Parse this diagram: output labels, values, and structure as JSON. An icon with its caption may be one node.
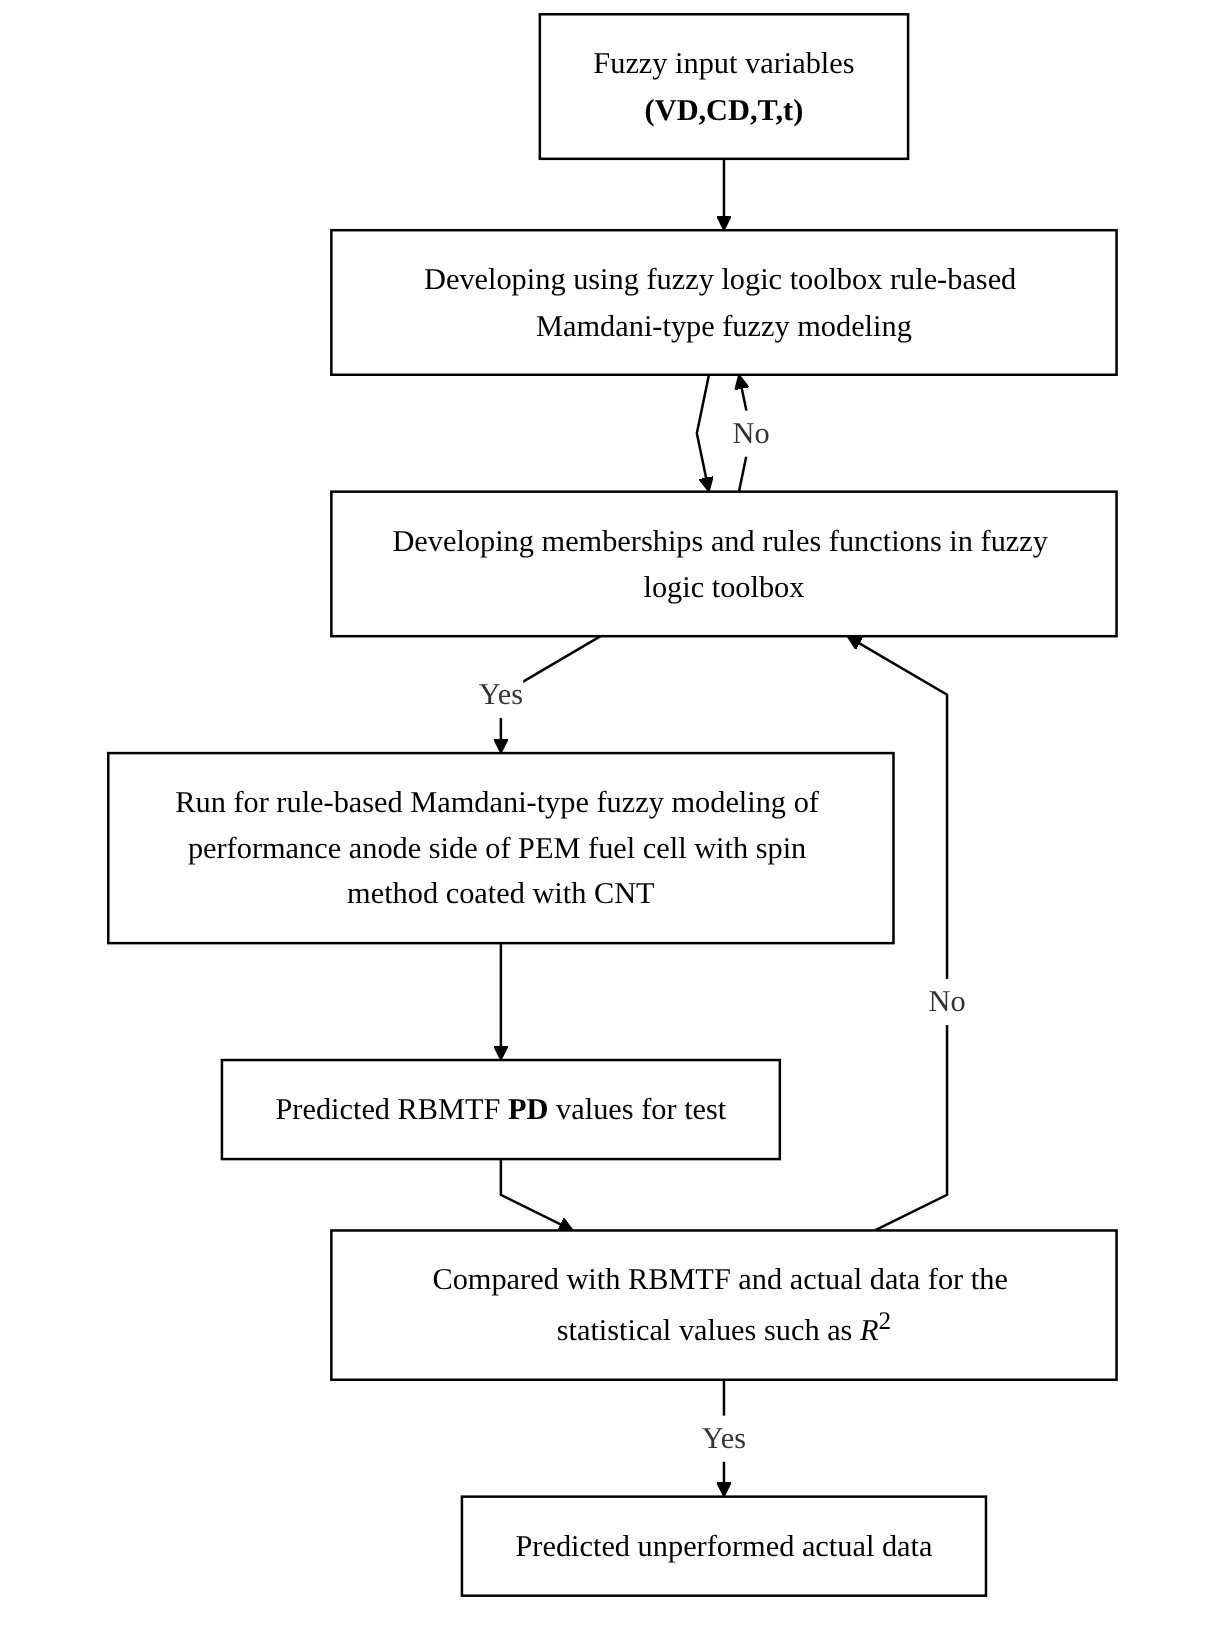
{
  "diagram": {
    "nodes": [
      {
        "text": [
          "Fuzzy input variables",
          "(VD,CD,T,t)"
        ]
      },
      {
        "text": [
          "Developing using fuzzy logic toolbox rule-based Mamdani-type fuzzy modeling"
        ]
      },
      {
        "text": [
          "Developing memberships and rules functions in fuzzy logic toolbox"
        ]
      },
      {
        "text": [
          "Run for rule-based Mamdani-type fuzzy modeling of performance anode side of PEM fuel cell with spin method coated with CNT"
        ]
      },
      {
        "text": [
          "Predicted RBMTF **PD** values for test"
        ]
      },
      {
        "text": [
          "Compared with RBMTF and actual data for the statistical values such as *R*$^{2}$"
        ]
      },
      {
        "text": [
          "Predicted unperformed actual data"
        ]
      }
    ],
    "edges": [
      {
        "from": 0,
        "to": 1,
        "arrow": "to"
      },
      {
        "from": 1,
        "to": 2,
        "arrow": "to"
      },
      {
        "from": 2,
        "to": 3,
        "arrow": "to",
        "label": "Yes"
      },
      {
        "from": 3,
        "to": 4,
        "arrow": "to"
      },
      {
        "from": 4,
        "to": 5,
        "arrow": "to"
      },
      {
        "from": 5,
        "to": 6,
        "arrow": "to",
        "label": "Yes"
      },
      {
        "from": 2,
        "to": 1,
        "arrow": "to",
        "label": "No"
      },
      {
        "from": 5,
        "to": 2,
        "arrow": "to",
        "label": "No"
      }
    ]
  }
}
